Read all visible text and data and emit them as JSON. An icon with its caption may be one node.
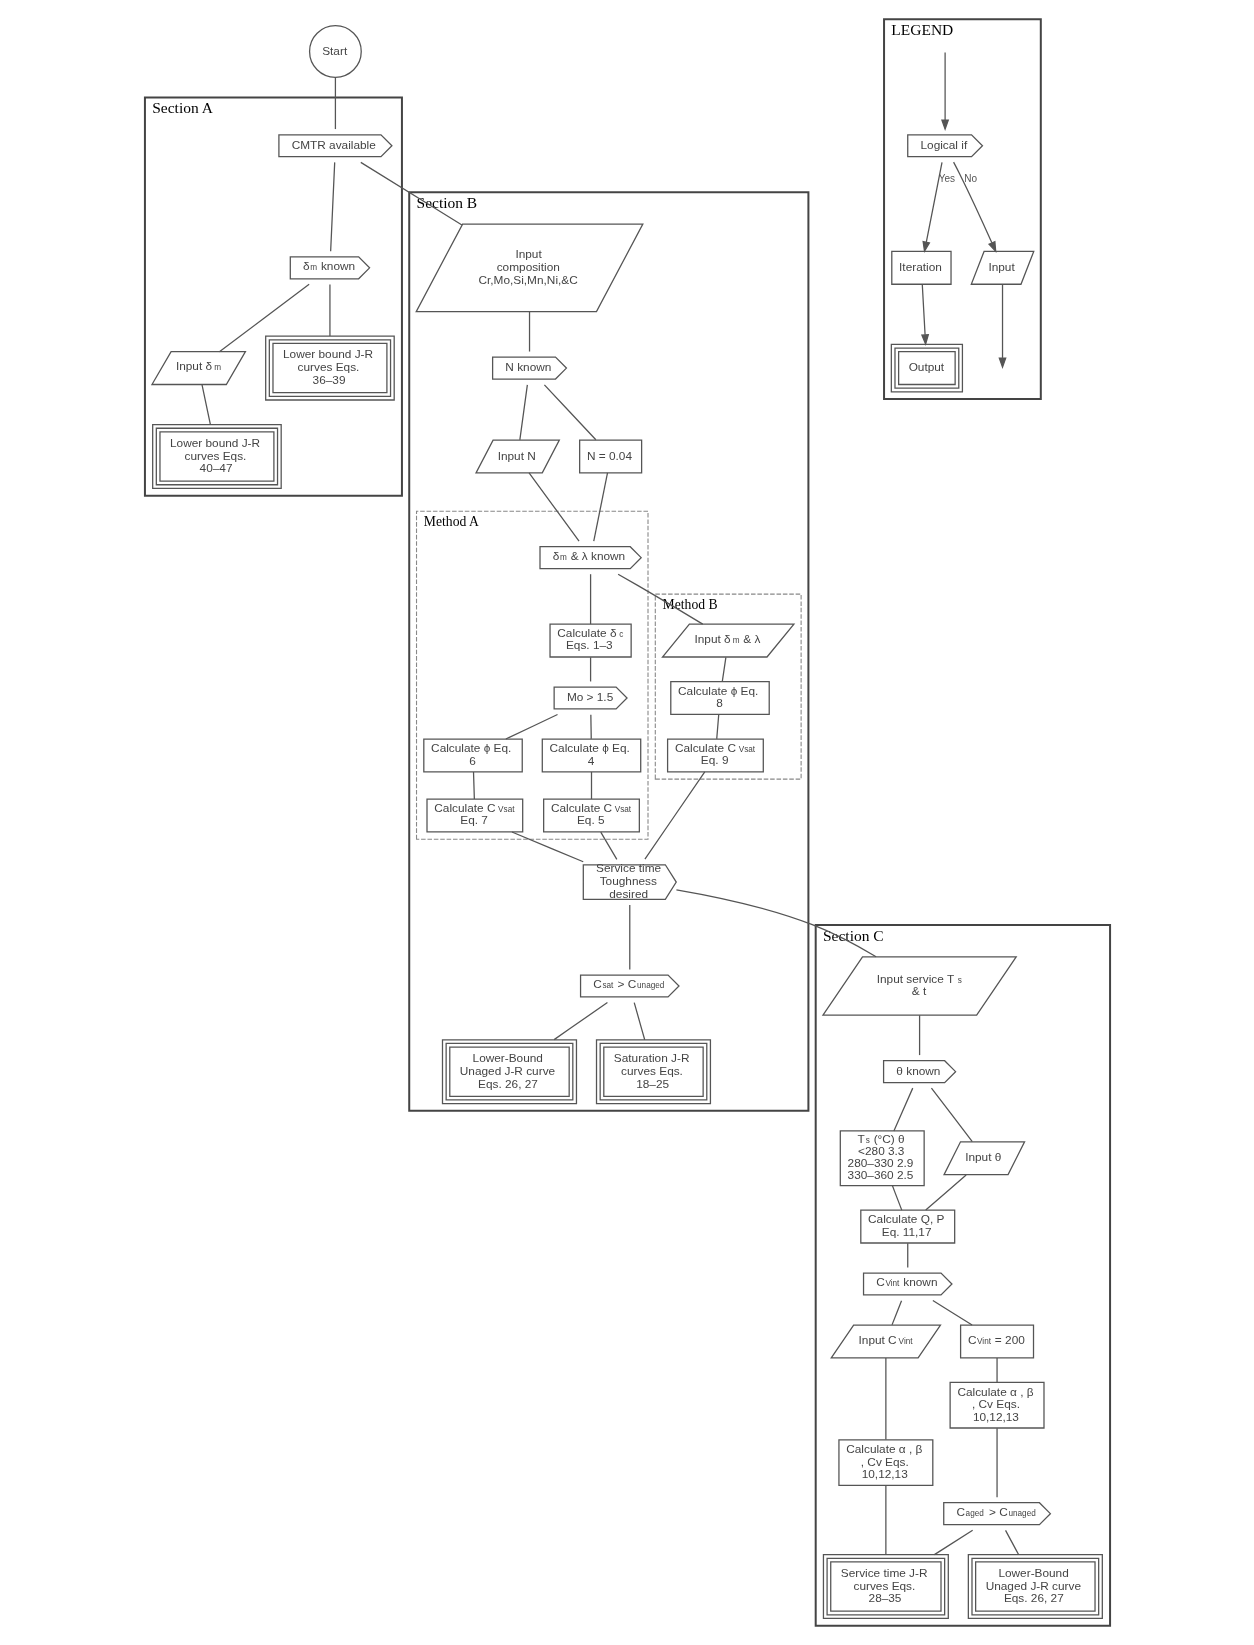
{
  "diagram": {
    "nodes": [
      {
        "text": [
          "Start"
        ]
      },
      {
        "text": [
          "Section A"
        ]
      },
      {
        "text": [
          "CMTR available"
        ],
        "in": 1
      },
      {
        "text": [
          "δ$_{m}$ known"
        ],
        "in": 1
      },
      {
        "text": [
          "Input δ$_{m}$"
        ],
        "in": 1
      },
      {
        "text": [
          "Lower bound J-R curves Eqs. 36–39"
        ],
        "in": 1
      },
      {
        "text": [
          "Lower bound J-R curves Eqs. 40–47"
        ],
        "in": 1
      },
      {
        "text": [
          "Section B"
        ]
      },
      {
        "text": [
          "Input composition Cr,Mo,Si,Mn,Ni,&C"
        ],
        "in": 7
      },
      {
        "text": [
          "N known"
        ],
        "in": 7
      },
      {
        "text": [
          "Input N"
        ],
        "in": 7
      },
      {
        "text": [
          "N = 0.04"
        ],
        "in": 7
      },
      {
        "text": [
          "Method B"
        ],
        "in": 7
      },
      {
        "text": [
          "Input δ$_{m}$ & λ"
        ],
        "in": 12
      },
      {
        "text": [
          "Calculate ϕ Eq. 8"
        ],
        "in": 12
      },
      {
        "text": [
          "Calculate C$_{Vsat}$ Eq. 9"
        ],
        "in": 12
      },
      {
        "text": [
          "Method A"
        ],
        "in": 7
      },
      {
        "text": [
          "δ$_{m}$ & λ known"
        ],
        "in": 16
      },
      {
        "text": [
          "Calculate δ$_{c}$ Eqs. 1–3"
        ],
        "in": 16
      },
      {
        "text": [
          "Mo > 1.5"
        ],
        "in": 16
      },
      {
        "text": [
          "Calculate ϕ Eq. 6"
        ],
        "in": 16
      },
      {
        "text": [
          "Calculate C$_{Vsat}$ Eq. 7"
        ],
        "in": 16
      },
      {
        "text": [
          "Calculate ϕ Eq. 4"
        ],
        "in": 16
      },
      {
        "text": [
          "Calculate C$_{Vsat}$ Eq. 5"
        ],
        "in": 16
      },
      {
        "text": [
          "Service time Toughness desired"
        ],
        "in": 7
      },
      {
        "text": [
          "C$_{sat}$ > C$_{unaged}$"
        ],
        "in": 7
      },
      {
        "text": [
          "Lower-Bound Unaged J-R curve Eqs. 26, 27"
        ],
        "in": 7
      },
      {
        "text": [
          "Saturation J-R curves Eqs. 18–25"
        ],
        "in": 7
      },
      {
        "text": [
          "Section C"
        ]
      },
      {
        "text": [
          "Input service T$_{s}$ & t"
        ],
        "in": 28
      },
      {
        "text": [
          "θ known"
        ],
        "in": 28
      },
      {
        "text": [
          "T$_{s}$ (°C) θ",
          "<280 3.3",
          "280–330 2.9",
          "330–360 2.5"
        ],
        "in": 28
      },
      {
        "text": [
          "Input θ"
        ],
        "in": 28
      },
      {
        "text": [
          "Calculate Q, P Eq. 11,17"
        ],
        "in": 28
      },
      {
        "text": [
          "C$_{Vint}$ known"
        ],
        "in": 28
      },
      {
        "text": [
          "Input C$_{Vint}$"
        ],
        "in": 28
      },
      {
        "text": [
          "C$_{Vint}$ = 200"
        ],
        "in": 28
      },
      {
        "text": [
          "Calculate α , β , Cv Eqs. 10,12,13"
        ],
        "in": 28
      },
      {
        "text": [
          "Calculate α , β , Cv Eqs. 10,12,13"
        ],
        "in": 28
      },
      {
        "text": [
          "C$_{aged}$ > C$_{unaged}$"
        ],
        "in": 28
      },
      {
        "text": [
          "Service time J-R curves Eqs. 28–35"
        ],
        "in": 28
      },
      {
        "text": [
          "Lower-Bound Unaged J-R curve Eqs. 26, 27"
        ],
        "in": 28
      },
      {
        "text": [
          "LEGEND"
        ]
      },
      {
        "text": [
          "Logical if"
        ],
        "in": 42
      },
      {
        "text": [
          "Iteration"
        ],
        "in": 42
      },
      {
        "text": [
          "Input"
        ],
        "in": 42
      },
      {
        "text": [
          "Output"
        ],
        "in": 42
      }
    ],
    "edges": [
      {
        "from": 0,
        "to": 2,
        "arrow": "none"
      },
      {
        "from": 2,
        "to": 8,
        "arrow": "none"
      },
      {
        "from": 2,
        "to": 3,
        "arrow": "none"
      },
      {
        "from": 3,
        "to": 4,
        "arrow": "none"
      },
      {
        "from": 3,
        "to": 5,
        "arrow": "none"
      },
      {
        "from": 4,
        "to": 6,
        "arrow": "none"
      },
      {
        "from": 8,
        "to": 9,
        "arrow": "none"
      },
      {
        "from": 9,
        "to": 10,
        "arrow": "none"
      },
      {
        "from": 9,
        "to": 11,
        "arrow": "none"
      },
      {
        "from": 10,
        "to": 17,
        "arrow": "none"
      },
      {
        "from": 11,
        "to": 17,
        "arrow": "none"
      },
      {
        "from": 17,
        "to": 13,
        "arrow": "none"
      },
      {
        "from": 17,
        "to": 18,
        "arrow": "none"
      },
      {
        "from": 13,
        "to": 14,
        "arrow": "none"
      },
      {
        "from": 14,
        "to": 15,
        "arrow": "none"
      },
      {
        "from": 18,
        "to": 19,
        "arrow": "none"
      },
      {
        "from": 19,
        "to": 20,
        "arrow": "none"
      },
      {
        "from": 19,
        "to": 22,
        "arrow": "none"
      },
      {
        "from": 20,
        "to": 21,
        "arrow": "none"
      },
      {
        "from": 22,
        "to": 23,
        "arrow": "none"
      },
      {
        "from": 15,
        "to": 24,
        "arrow": "none"
      },
      {
        "from": 21,
        "to": 24,
        "arrow": "none"
      },
      {
        "from": 23,
        "to": 24,
        "arrow": "none"
      },
      {
        "from": 24,
        "to": 29,
        "arrow": "none"
      },
      {
        "from": 24,
        "to": 25,
        "arrow": "none"
      },
      {
        "from": 25,
        "to": 26,
        "arrow": "none"
      },
      {
        "from": 25,
        "to": 27,
        "arrow": "none"
      },
      {
        "from": 29,
        "to": 30,
        "arrow": "none"
      },
      {
        "from": 30,
        "to": 32,
        "arrow": "none"
      },
      {
        "from": 30,
        "to": 31,
        "arrow": "none"
      },
      {
        "from": 32,
        "to": 33,
        "arrow": "none"
      },
      {
        "from": 31,
        "to": 33,
        "arrow": "none"
      },
      {
        "from": 33,
        "to": 34,
        "arrow": "none"
      },
      {
        "from": 34,
        "to": 35,
        "arrow": "none"
      },
      {
        "from": 34,
        "to": 36,
        "arrow": "none"
      },
      {
        "from": 35,
        "to": 37,
        "arrow": "none"
      },
      {
        "from": 36,
        "to": 38,
        "arrow": "none"
      },
      {
        "from": 38,
        "to": 39,
        "arrow": "none"
      },
      {
        "from": 37,
        "to": 40,
        "arrow": "none"
      },
      {
        "from": 39,
        "to": 40,
        "arrow": "none"
      },
      {
        "from": 39,
        "to": 41,
        "arrow": "none"
      },
      {
        "from": null,
        "to": 43,
        "arrow": "to"
      },
      {
        "from": 43,
        "to": 44,
        "arrow": "to",
        "label": "Yes"
      },
      {
        "from": 43,
        "to": 45,
        "arrow": "to",
        "label": "No"
      },
      {
        "from": 44,
        "to": 46,
        "arrow": "to"
      },
      {
        "from": 45,
        "to": null,
        "arrow": "to"
      }
    ]
  }
}
